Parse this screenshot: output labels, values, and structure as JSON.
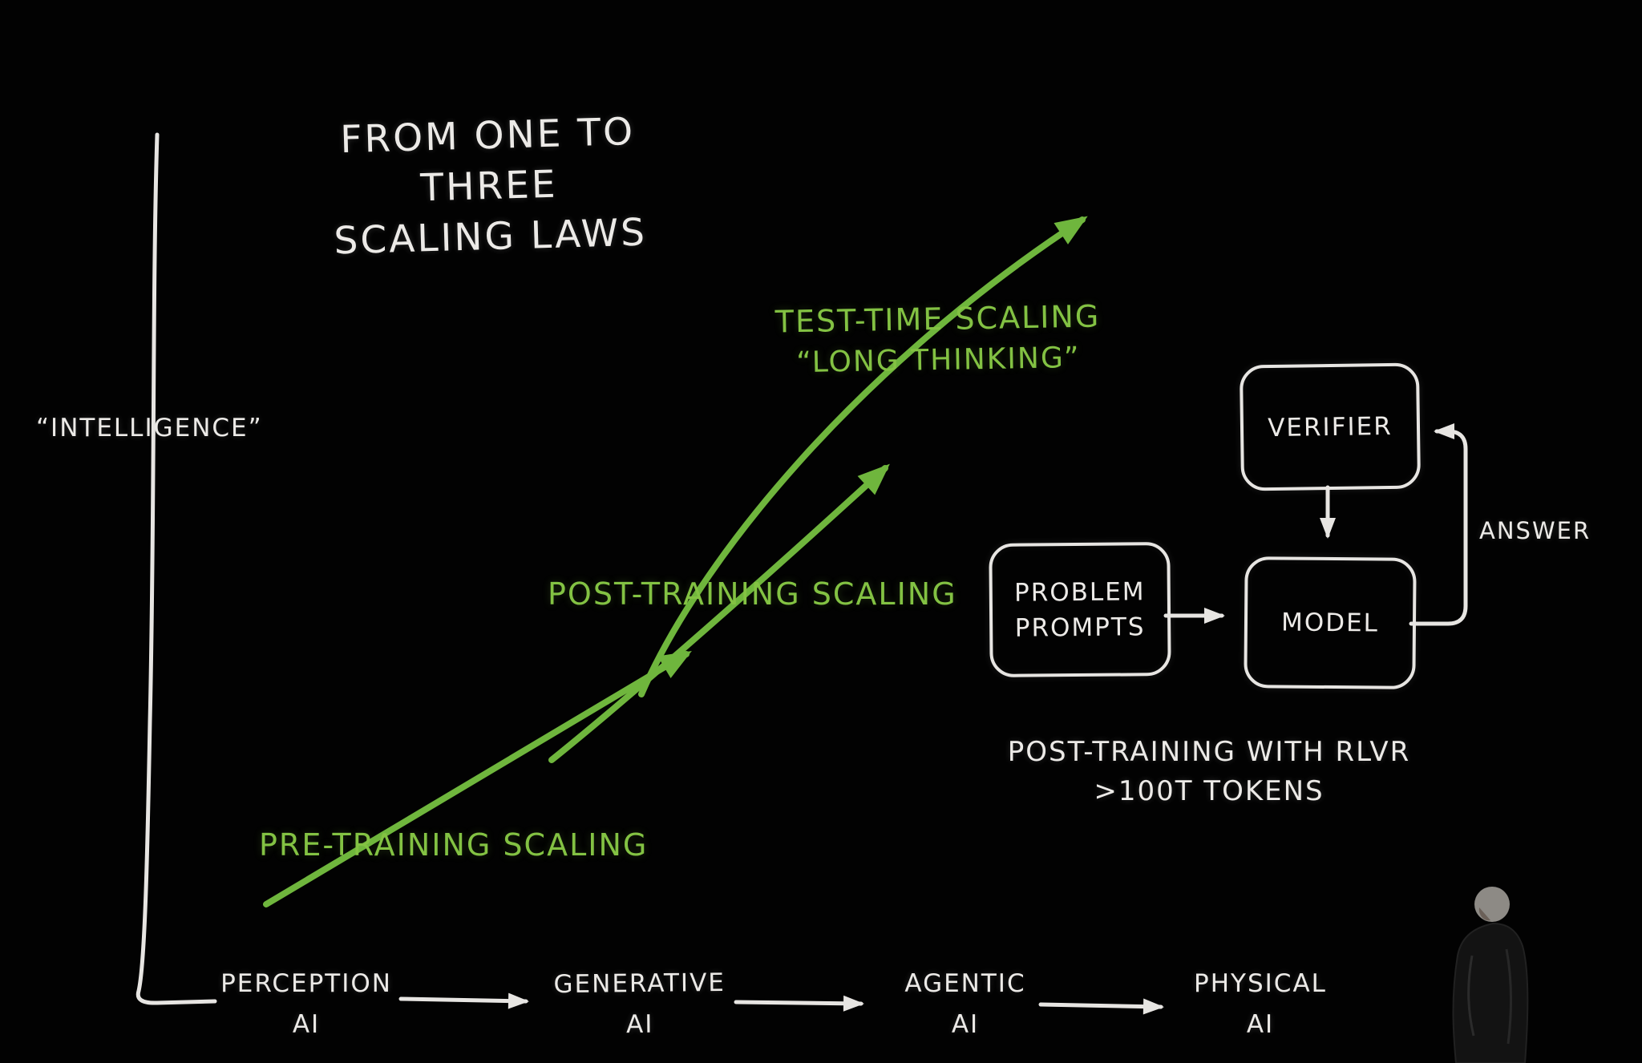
{
  "slide": {
    "title": {
      "line1": "FROM ONE TO THREE",
      "line2": "SCALING LAWS"
    },
    "y_axis": {
      "label": "“INTELLIGENCE”"
    },
    "x_axis": {
      "stages": [
        {
          "line1": "PERCEPTION",
          "line2": "AI"
        },
        {
          "line1": "GENERATIVE",
          "line2": "AI"
        },
        {
          "line1": "AGENTIC",
          "line2": "AI"
        },
        {
          "line1": "PHYSICAL",
          "line2": "AI"
        }
      ]
    },
    "scaling_curves": [
      {
        "label": "PRE-TRAINING SCALING"
      },
      {
        "label": "POST-TRAINING SCALING"
      },
      {
        "label": "TEST-TIME SCALING",
        "sublabel": "“LONG THINKING”"
      }
    ],
    "rlvr_diagram": {
      "verifier_label": "VERIFIER",
      "model_label": "MODEL",
      "problem_prompts": {
        "line1": "PROBLEM",
        "line2": "PROMPTS"
      },
      "answer_label": "ANSWER",
      "caption": {
        "line1": "POST-TRAINING WITH RLVR",
        "line2": ">100T TOKENS"
      }
    },
    "colors": {
      "background": "#020202",
      "ink": "#e8e6e3",
      "green_text": "#83c243",
      "green_stroke": "#6cb33c"
    }
  }
}
